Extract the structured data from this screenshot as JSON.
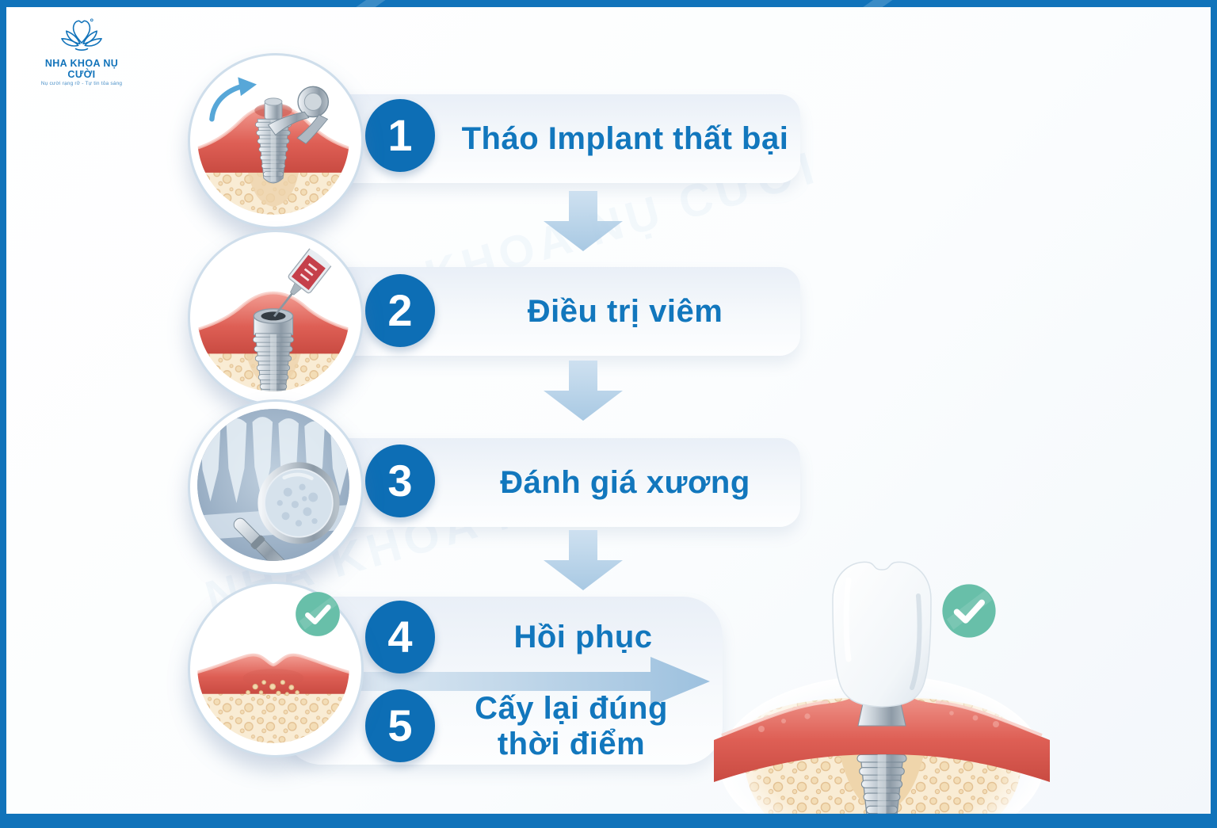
{
  "brand": {
    "name": "NHA KHOA NỤ CƯỜI",
    "tagline": "Nụ cười rạng rỡ - Tự tin tỏa sáng"
  },
  "steps": [
    {
      "number": "1",
      "label": "Tháo Implant thất bại",
      "illustration": "forceps-removing-failed-implant"
    },
    {
      "number": "2",
      "label": "Điều trị viêm",
      "illustration": "syringe-treating-inflammation"
    },
    {
      "number": "3",
      "label": "Đánh giá xương",
      "illustration": "xray-magnifier-bone-assessment"
    },
    {
      "number": "4",
      "label": "Hồi phục",
      "illustration": "healed-gum-with-checkmark"
    },
    {
      "number": "5",
      "label": "Cấy lại đúng thời điểm",
      "label_line1": "Cấy lại đúng",
      "label_line2": "thời điểm",
      "illustration": "flow-arrow-to-new-implant"
    }
  ],
  "result": {
    "illustration": "successful-dental-implant-with-crown"
  },
  "icons": {
    "logo": "lotus-tooth-logo",
    "step_connector": "down-arrow-icon",
    "flow": "right-arrow-icon",
    "success": "check-icon",
    "removal": "curved-rotate-arrow-icon"
  },
  "colors": {
    "frame_blue": "#1173BA",
    "number_circle_blue": "#0D6EB5",
    "label_blue": "#1277BD",
    "band_bg": "#E9EFF7",
    "arrow_light_blue": "#B9D2E8",
    "check_teal": "#68BFA9",
    "gum_red": "#DE5F55",
    "bone_beige": "#F9ECD4"
  }
}
